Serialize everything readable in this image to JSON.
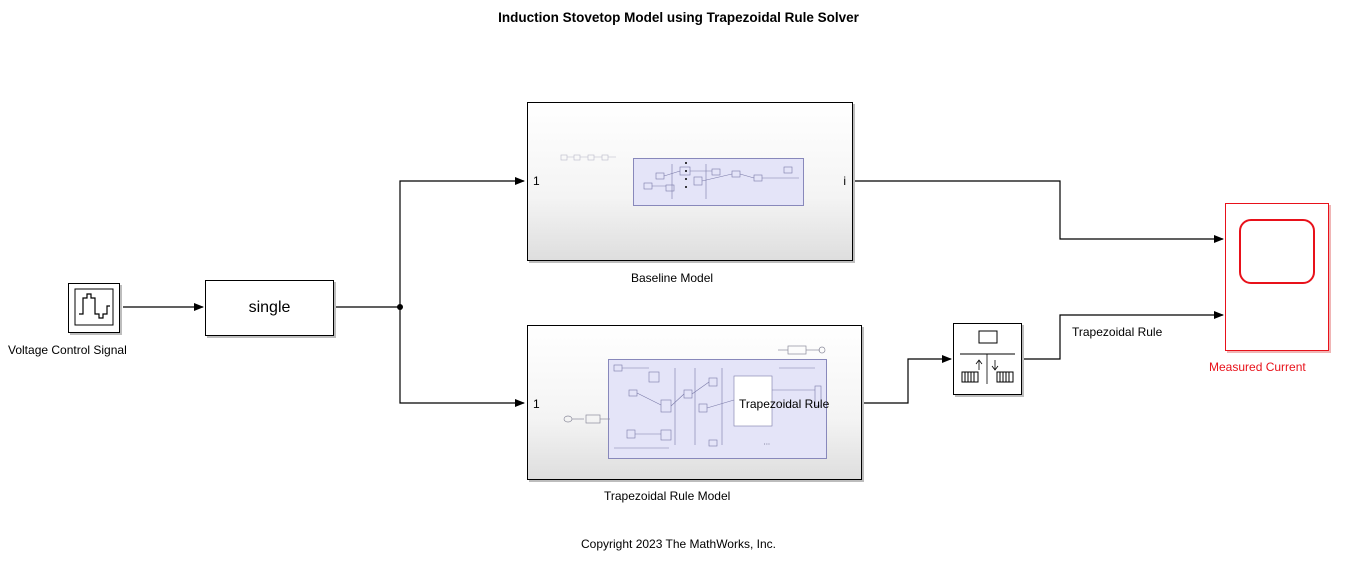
{
  "title": "Induction Stovetop Model using Trapezoidal Rule Solver",
  "copyright": "Copyright 2023 The MathWorks, Inc.",
  "blocks": {
    "source": {
      "label": "Voltage Control Signal"
    },
    "convert": {
      "text": "single"
    },
    "baseline": {
      "label": "Baseline Model",
      "in_port": "1",
      "out_port": "i"
    },
    "trapezoidal": {
      "label": "Trapezoidal Rule Model",
      "in_port": "1",
      "out_port": "Trapezoidal Rule"
    },
    "scope": {
      "label": "Measured Current",
      "color": "#e8111a"
    }
  },
  "signals": {
    "trap_out": "Trapezoidal Rule"
  },
  "colors": {
    "wire": "#000000",
    "inner_model": "#e4e4f8",
    "scope_accent": "#e8111a"
  }
}
